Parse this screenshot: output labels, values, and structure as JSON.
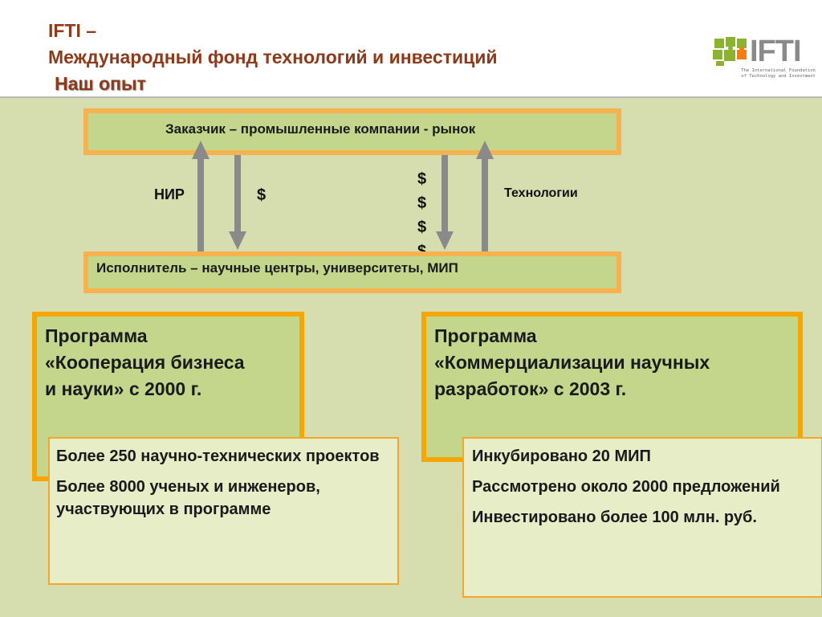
{
  "header": {
    "line1_brand": "IFTI",
    "line1_dash": " –",
    "line2": "Международный фонд технологий и инвестиций",
    "line3": "Наш опыт"
  },
  "logo": {
    "text": "IFTI",
    "subtitle_line1": "The International Foundation",
    "subtitle_line2": "of Technology and Investment",
    "colors": {
      "puzzle_green": "#8bb231",
      "puzzle_orange": "#f07e14",
      "text_gray": "#8a8a8a"
    }
  },
  "diagram": {
    "customer": "Заказчик – промышленные компании - рынок",
    "contractor": "Исполнитель – научные центры, университеты, МИП",
    "label_nir": "НИР",
    "label_dollar": "$",
    "dollar_stack": [
      "$",
      "$",
      "$",
      "$"
    ],
    "label_tech": "Технологии"
  },
  "programs": {
    "left": {
      "title_line1": "Программа",
      "title_line2": "«Кооперация бизнеса",
      "title_line3": "и науки» с 2000 г.",
      "stats": [
        "Более 250 научно-технических проектов",
        "Более 8000 ученых и инженеров, участвующих в программе"
      ]
    },
    "right": {
      "title_line1": "Программа",
      "title_line2": "«Коммерциализации научных",
      "title_line3": "разработок» с 2003 г.",
      "stats": [
        "Инкубировано 20 МИП",
        "Рассмотрено около 2000 предложений",
        "Инвестировано  более 100 млн. руб."
      ]
    }
  },
  "colors": {
    "background": "#d6deb0",
    "box_fill": "#c4d68c",
    "box_border": "#f7a600",
    "title_text": "#8c3a1a",
    "arrow": "#8a8a8a"
  }
}
